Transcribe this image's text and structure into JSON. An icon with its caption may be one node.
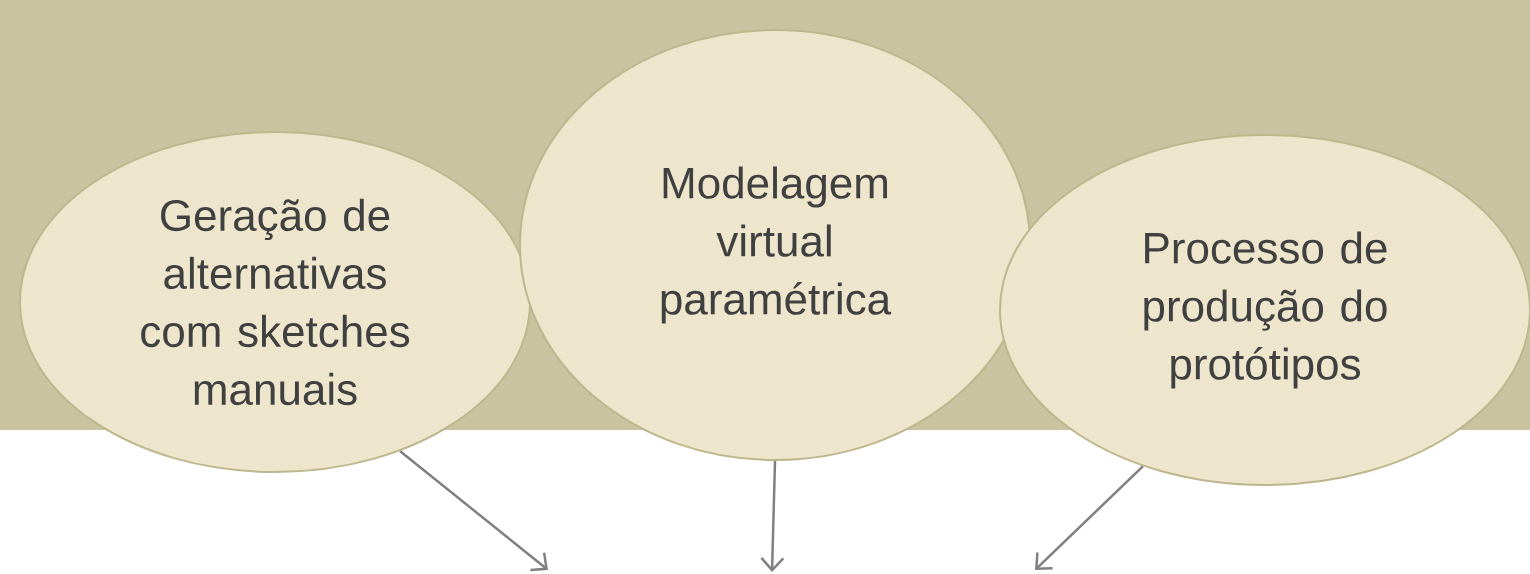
{
  "diagram": {
    "nodes": [
      {
        "text": [
          "Geração de alternativas com sketches manuais"
        ]
      },
      {
        "text": [
          "Modelagem virtual paramétrica"
        ]
      },
      {
        "text": [
          "Processo de produção do protótipos"
        ]
      }
    ],
    "edges": [
      {
        "from": 0,
        "to": null,
        "arrow": "to"
      },
      {
        "from": 1,
        "to": null,
        "arrow": "to"
      },
      {
        "from": 2,
        "to": null,
        "arrow": "to"
      }
    ]
  }
}
